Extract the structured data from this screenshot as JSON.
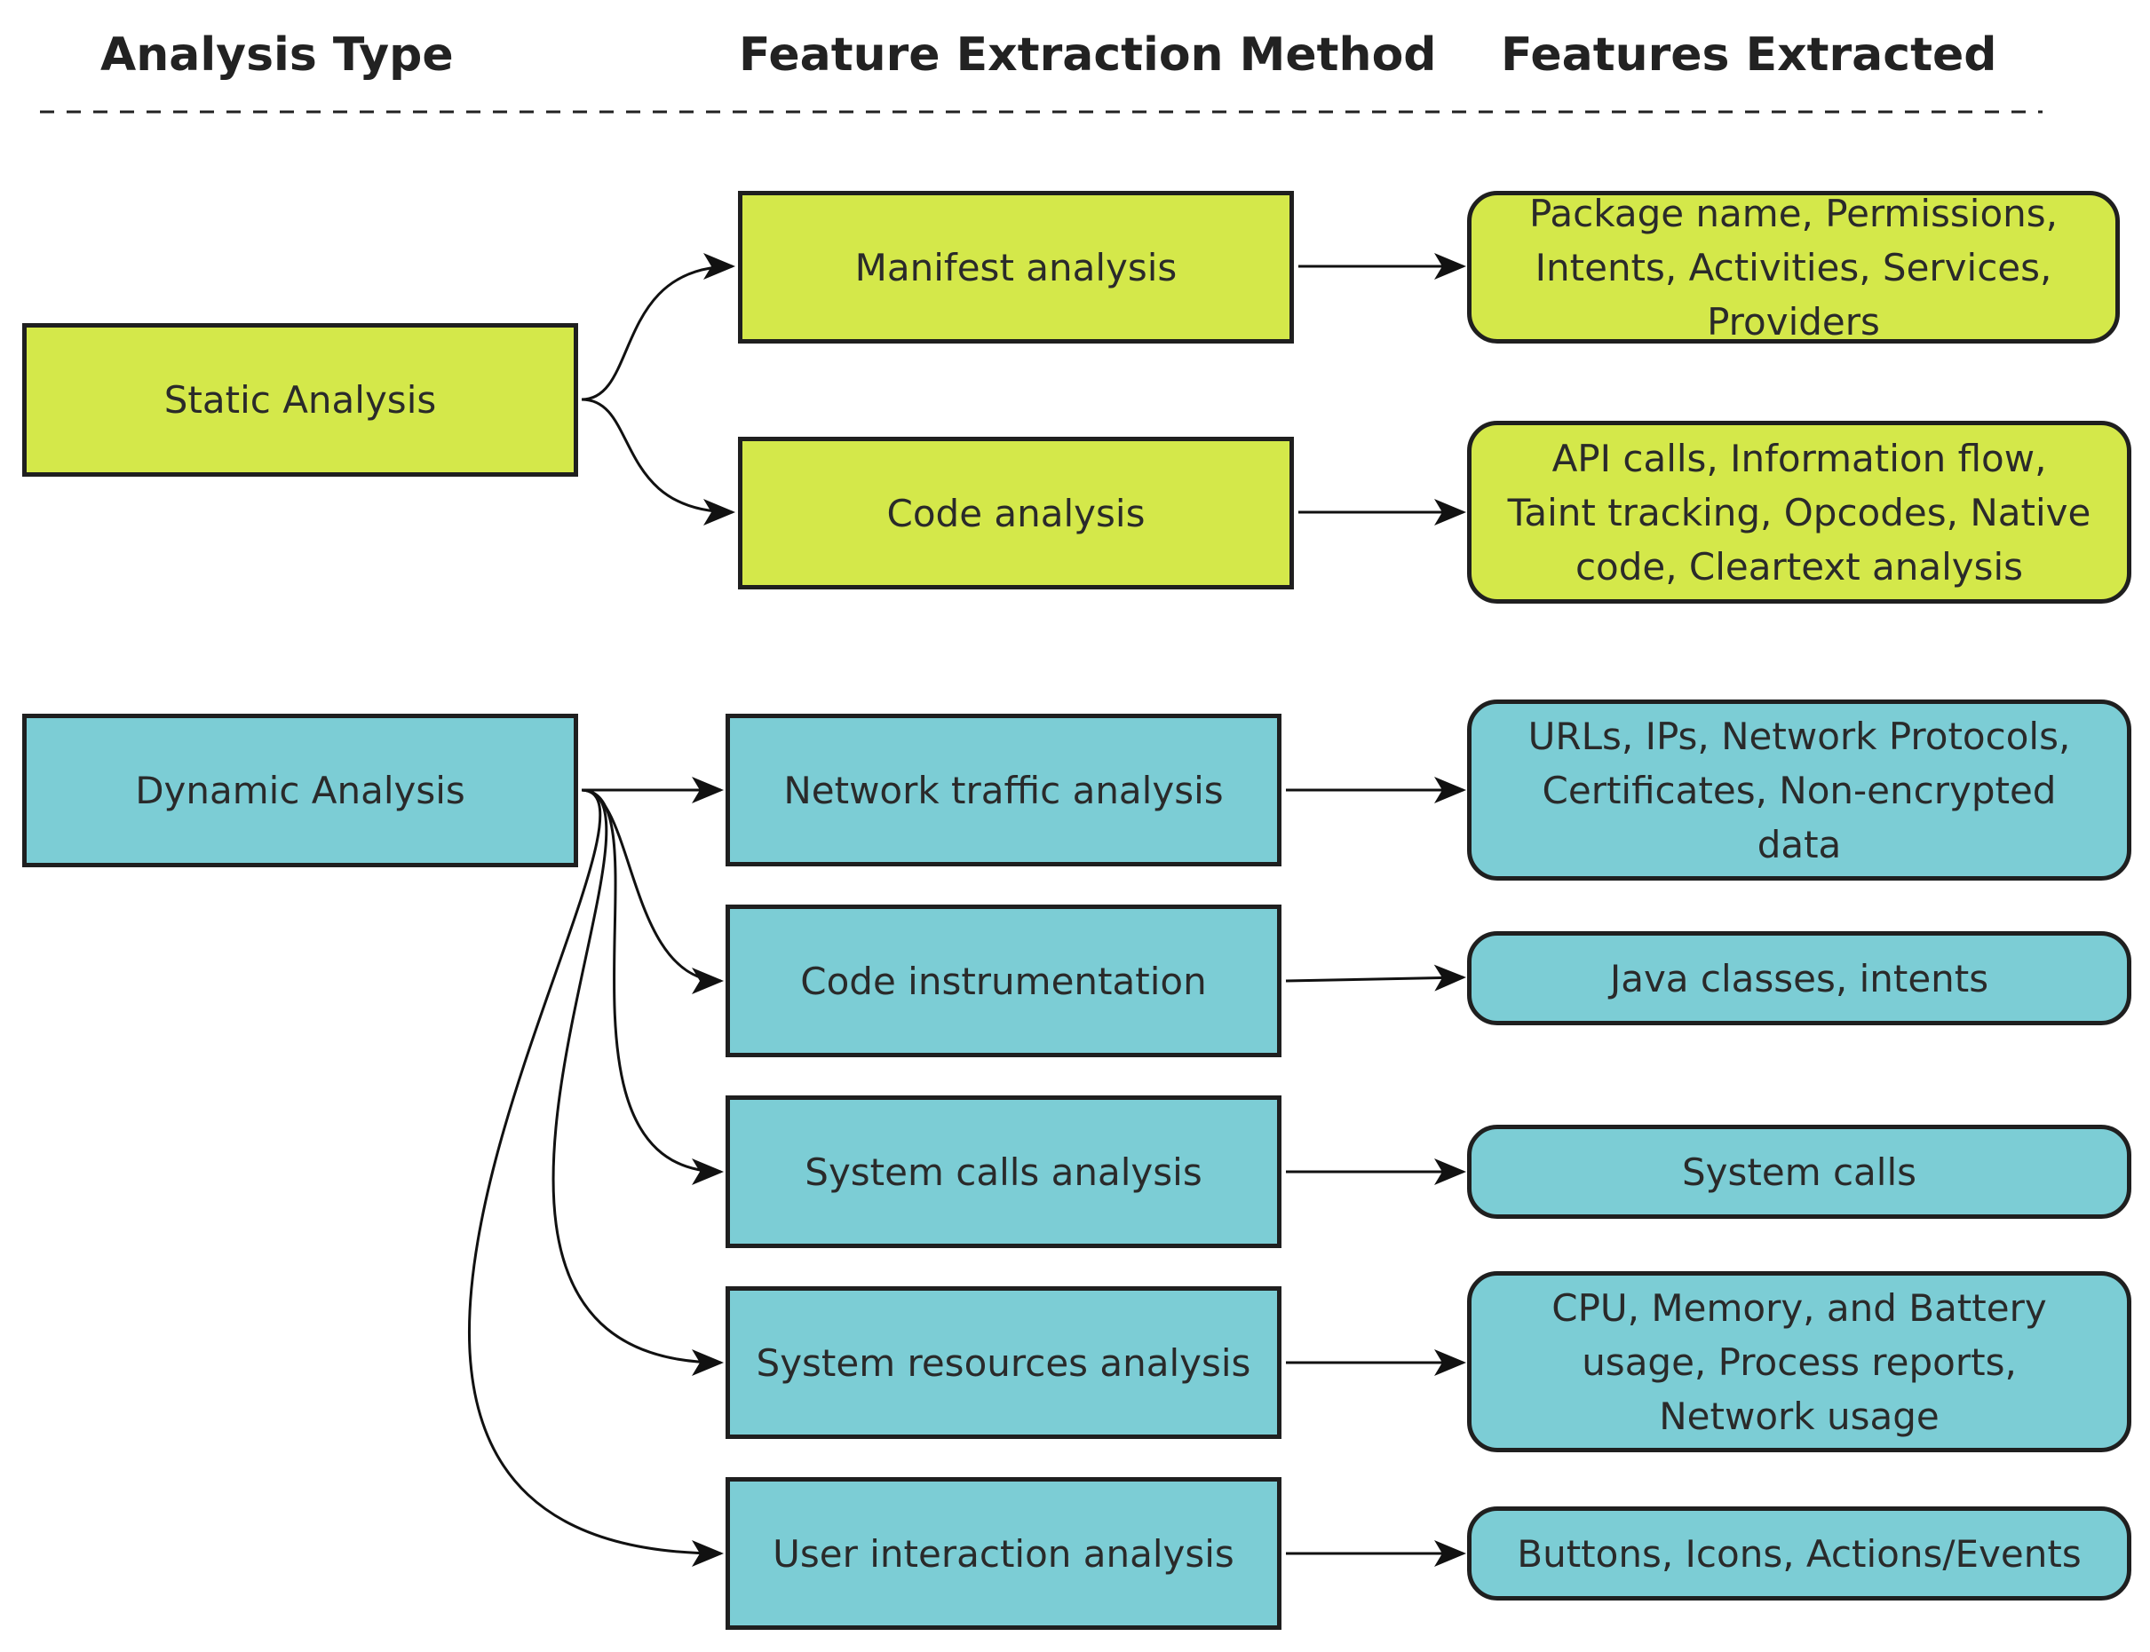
{
  "headers": {
    "analysis_type": "Analysis Type",
    "method": "Feature Extraction Method",
    "features": "Features Extracted"
  },
  "colors": {
    "static": "#d4e84a",
    "dynamic": "#7ccdd5",
    "stroke": "#1f1f1f"
  },
  "static": {
    "label": "Static Analysis",
    "methods": [
      {
        "label": "Manifest analysis",
        "features": "Package name, Permissions, Intents, Activities, Services, Providers"
      },
      {
        "label": "Code analysis",
        "features": "API calls, Information flow, Taint tracking, Opcodes, Native code, Cleartext analysis"
      }
    ]
  },
  "dynamic": {
    "label": "Dynamic Analysis",
    "methods": [
      {
        "label": "Network traffic analysis",
        "features": "URLs, IPs, Network Protocols, Certificates, Non-encrypted data"
      },
      {
        "label": "Code instrumentation",
        "features": "Java classes, intents"
      },
      {
        "label": "System calls analysis",
        "features": "System calls"
      },
      {
        "label": "System resources analysis",
        "features": "CPU, Memory, and Battery usage, Process reports, Network usage"
      },
      {
        "label": "User interaction analysis",
        "features": "Buttons, Icons, Actions/Events"
      }
    ]
  }
}
